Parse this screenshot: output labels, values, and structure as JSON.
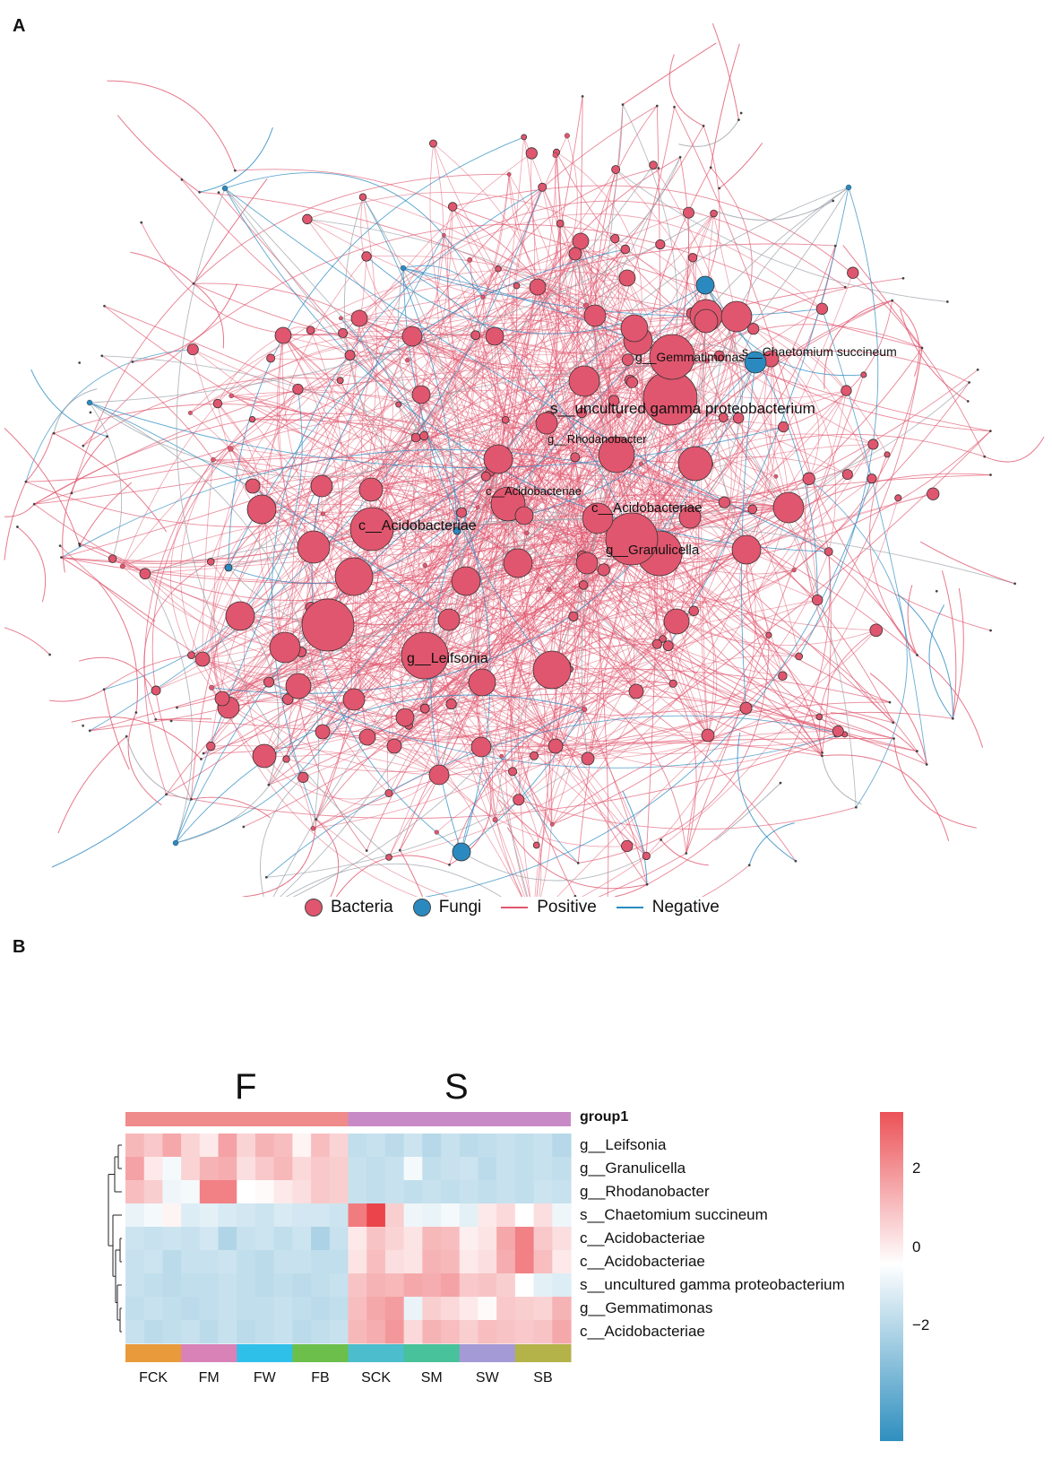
{
  "panel_a": {
    "letter": "A",
    "network": {
      "node_labels": [
        {
          "text": "s__Chaetomium succineum",
          "group": "Fungi",
          "label_size": "small"
        },
        {
          "text": "g__Gemmatimonas",
          "group": "Bacteria",
          "label_size": "small"
        },
        {
          "text": "s__uncultured gamma proteobacterium",
          "group": "Bacteria",
          "label_size": "large"
        },
        {
          "text": "g__Rhodanobacter",
          "group": "Bacteria",
          "label_size": "small"
        },
        {
          "text": "c__Acidobacteriae",
          "group": "Bacteria",
          "label_size": "small"
        },
        {
          "text": "c__Acidobacteriae",
          "group": "Bacteria",
          "label_size": "medium"
        },
        {
          "text": "c__Acidobacteriae",
          "group": "Bacteria",
          "label_size": "medium"
        },
        {
          "text": "g__Granulicella",
          "group": "Bacteria",
          "label_size": "medium"
        },
        {
          "text": "g__Leifsonia",
          "group": "Bacteria",
          "label_size": "medium"
        }
      ]
    },
    "legend": [
      {
        "label": "Bacteria",
        "kind": "dot",
        "color": "#e0566e"
      },
      {
        "label": "Fungi",
        "kind": "dot",
        "color": "#2a8ac0"
      },
      {
        "label": "Positive",
        "kind": "line",
        "color": "#e0566e"
      },
      {
        "label": "Negative",
        "kind": "line",
        "color": "#2a8ac0"
      }
    ]
  },
  "panel_b": {
    "letter": "B",
    "group_title": "group1",
    "groups": [
      {
        "label": "F",
        "color": "#f08b8b"
      },
      {
        "label": "S",
        "color": "#c88ac6"
      }
    ],
    "samples": [
      {
        "label": "FCK",
        "color": "#e99a3a"
      },
      {
        "label": "FM",
        "color": "#d982b8"
      },
      {
        "label": "FW",
        "color": "#2fc0ea"
      },
      {
        "label": "FB",
        "color": "#6cbf4b"
      },
      {
        "label": "SCK",
        "color": "#4bbdcc"
      },
      {
        "label": "SM",
        "color": "#48c29a"
      },
      {
        "label": "SW",
        "color": "#a49ad6"
      },
      {
        "label": "SB",
        "color": "#b3b34a"
      }
    ],
    "rows": [
      {
        "label": "g__Leifsonia",
        "values": [
          1.3,
          1.0,
          1.6,
          0.8,
          0.4,
          1.7,
          0.8,
          1.4,
          1.2,
          0.2,
          1.2,
          0.8,
          -1.1,
          -1.0,
          -1.2,
          -0.9,
          -1.3,
          -1.0,
          -1.2,
          -1.1,
          -1.0,
          -1.1,
          -1.0,
          -1.3
        ]
      },
      {
        "label": "g__Granulicella",
        "values": [
          1.7,
          0.4,
          -0.2,
          0.8,
          1.4,
          1.5,
          0.6,
          1.0,
          1.3,
          0.7,
          1.0,
          0.9,
          -1.0,
          -1.1,
          -1.0,
          -0.2,
          -1.1,
          -1.0,
          -0.9,
          -1.2,
          -1.0,
          -1.1,
          -1.0,
          -1.1
        ]
      },
      {
        "label": "g__Rhodanobacter",
        "values": [
          1.2,
          0.9,
          -0.3,
          -0.2,
          2.3,
          2.3,
          0.0,
          0.1,
          0.4,
          0.6,
          1.0,
          0.9,
          -1.0,
          -1.1,
          -1.0,
          -1.1,
          -1.0,
          -1.1,
          -1.0,
          -1.1,
          -1.0,
          -1.1,
          -0.9,
          -1.0
        ]
      },
      {
        "label": "s__Chaetomium succineum",
        "values": [
          -0.4,
          -0.2,
          0.2,
          -0.6,
          -0.5,
          -0.7,
          -0.8,
          -0.9,
          -0.7,
          -0.8,
          -0.8,
          -0.9,
          2.4,
          3.4,
          0.9,
          -0.3,
          -0.4,
          -0.2,
          -0.5,
          0.4,
          0.7,
          0.0,
          0.6,
          -0.3
        ]
      },
      {
        "label": "c__Acidobacteriae",
        "values": [
          -0.9,
          -1.0,
          -0.9,
          -1.0,
          -0.8,
          -1.4,
          -1.0,
          -0.9,
          -1.1,
          -0.9,
          -1.5,
          -1.0,
          0.4,
          1.1,
          0.8,
          0.5,
          1.3,
          1.2,
          0.3,
          0.5,
          1.6,
          2.3,
          1.0,
          0.6
        ]
      },
      {
        "label": "c__Acidobacteriae",
        "values": [
          -1.0,
          -0.9,
          -1.2,
          -1.0,
          -1.0,
          -0.9,
          -1.1,
          -1.2,
          -1.0,
          -1.0,
          -1.1,
          -1.1,
          0.5,
          1.2,
          0.6,
          0.5,
          1.4,
          1.3,
          0.4,
          0.6,
          1.5,
          2.3,
          1.2,
          0.4
        ]
      },
      {
        "label": "s__uncultured gamma proteobacterium",
        "values": [
          -1.0,
          -1.1,
          -1.2,
          -1.1,
          -1.1,
          -1.0,
          -1.1,
          -1.2,
          -1.1,
          -1.2,
          -1.1,
          -1.0,
          1.1,
          1.4,
          1.3,
          1.6,
          1.5,
          1.7,
          1.0,
          1.1,
          0.9,
          0.0,
          -0.5,
          -0.6
        ]
      },
      {
        "label": "g__Gemmatimonas",
        "values": [
          -1.1,
          -1.0,
          -1.1,
          -1.2,
          -1.1,
          -1.0,
          -1.1,
          -1.1,
          -1.0,
          -1.1,
          -1.2,
          -1.1,
          1.2,
          1.6,
          1.8,
          -0.4,
          0.9,
          0.7,
          0.4,
          0.1,
          1.0,
          0.9,
          0.8,
          1.4
        ]
      },
      {
        "label": "c__Acidobacteriae",
        "values": [
          -1.0,
          -1.2,
          -1.1,
          -1.0,
          -1.2,
          -1.0,
          -1.2,
          -1.1,
          -1.0,
          -1.2,
          -1.1,
          -1.0,
          1.3,
          1.5,
          1.9,
          0.7,
          1.4,
          1.2,
          0.9,
          1.2,
          1.1,
          1.0,
          1.1,
          1.6
        ]
      }
    ],
    "colorbar": {
      "min": -3.7,
      "max": 3.7,
      "ticks": [
        "2",
        "0",
        "−2"
      ]
    },
    "colors": {
      "low": "#2f8fbf",
      "mid": "#ffffff",
      "high": "#e8353b"
    }
  }
}
